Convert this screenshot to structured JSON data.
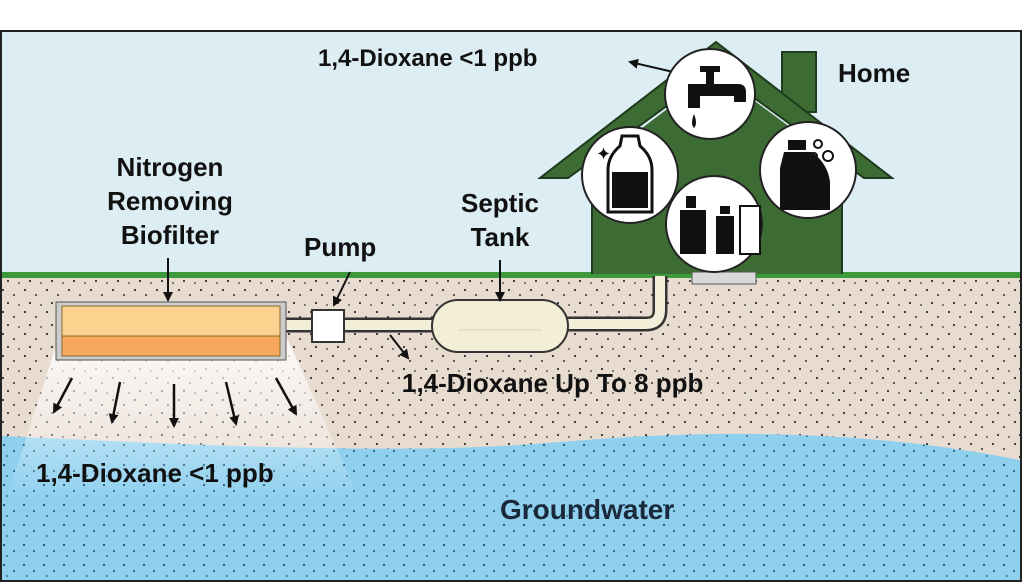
{
  "labels": {
    "home": "Home",
    "tap_level": "1,4-Dioxane <1 ppb",
    "biofilter": [
      "Nitrogen",
      "Removing",
      "Biofilter"
    ],
    "pump": "Pump",
    "septic": [
      "Septic",
      "Tank"
    ],
    "pipe_level": "1,4-Dioxane Up To 8 ppb",
    "groundwater_level": "1,4-Dioxane <1 ppb",
    "groundwater": "Groundwater"
  },
  "icons": [
    "water-faucet",
    "dish-soap-bottle",
    "laundry-detergent-bottle",
    "personal-care-bottles"
  ],
  "colors": {
    "sky": "#dcedf4",
    "grass": "#3c9a3c",
    "soil": "#e8dbd0",
    "groundwater": "#8fd0ef",
    "house": "#3c6b34",
    "filter_top": "#fbd28e",
    "filter_bottom": "#f6a95c",
    "pipe": "#f2eed8"
  }
}
